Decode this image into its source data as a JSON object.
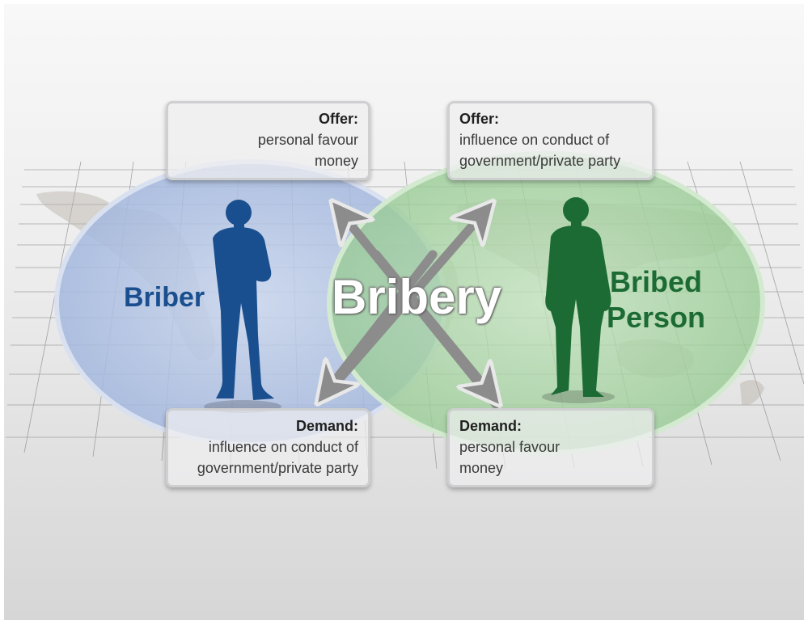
{
  "colors": {
    "briber": "#1a4f8f",
    "bribed": "#1c6b34",
    "briber_circle": "#aebfe0",
    "bribed_circle": "#a9d4a6",
    "arrow": "#8c8c8c"
  },
  "center_label": "Bribery",
  "briber": {
    "label": "Briber",
    "icon": "businessman-silhouette-icon"
  },
  "bribed": {
    "label_line1": "Bribed",
    "label_line2": "Person",
    "icon": "businessman-silhouette-icon"
  },
  "boxes": {
    "briber_offer": {
      "heading": "Offer:",
      "lines": [
        "personal favour",
        "money"
      ]
    },
    "briber_demand": {
      "heading": "Demand:",
      "lines": [
        "influence on conduct of",
        "government/private party"
      ]
    },
    "bribed_offer": {
      "heading": "Offer:",
      "lines": [
        "influence on conduct of",
        "government/private party"
      ]
    },
    "bribed_demand": {
      "heading": "Demand:",
      "lines": [
        "personal favour",
        "money"
      ]
    }
  }
}
